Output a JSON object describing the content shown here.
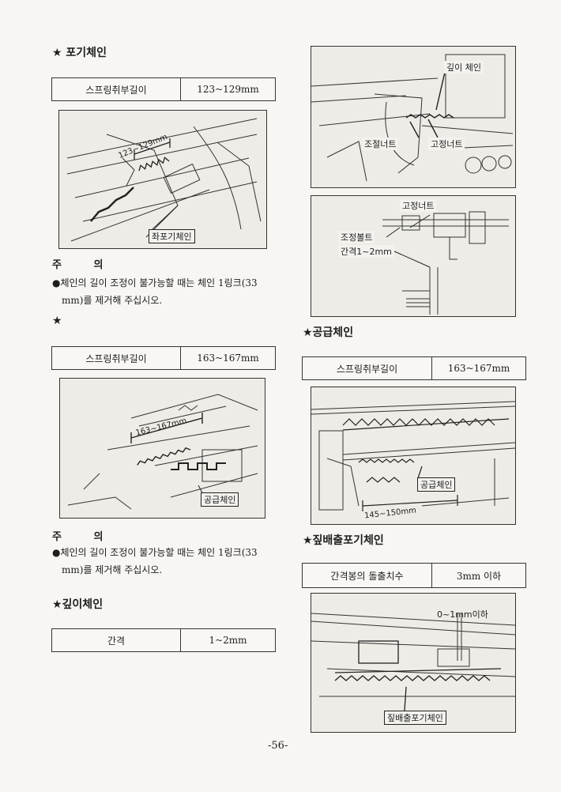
{
  "left": {
    "section1": {
      "title": "★ 포기체인",
      "spec_label": "스프링취부길이",
      "spec_value": "123~129mm",
      "fig_label": "좌포기체인",
      "fig_dim": "123~129mm"
    },
    "note1": {
      "heading": "주 의",
      "line1": "●체인의 길이 조정이 불가능할 때는 체인 1링크(33",
      "line2": "mm)를 제거해 주십시오."
    },
    "section2": {
      "title": "★",
      "spec_label": "스프링취부길이",
      "spec_value": "163~167mm",
      "fig_label": "공급체인",
      "fig_dim": "163~167mm"
    },
    "note2": {
      "heading": "주 의",
      "line1": "●체인의 길이 조정이 불가능할 때는 체인 1링크(33",
      "line2": "mm)를 제거해 주십시오."
    },
    "section3": {
      "title": "★깊이체인",
      "spec_label": "간격",
      "spec_value": "1~2mm"
    }
  },
  "right": {
    "fig1": {
      "label_depth": "깊이 체인",
      "label_adjust_nut": "조절너트",
      "label_lock_nut": "고정너트"
    },
    "fig2": {
      "label_lock_nut": "고정너트",
      "label_adjust_bolt": "조정볼트",
      "label_gap": "간격1~2mm"
    },
    "section4": {
      "title": "★공급체인",
      "spec_label": "스프링취부길이",
      "spec_value": "163~167mm",
      "fig_label": "공급체인",
      "fig_dim": "145~150mm"
    },
    "section5": {
      "title": "★짚배출포기체인",
      "spec_label": "간격봉의 돌출치수",
      "spec_value": "3mm 이하",
      "fig_dim": "0~1mm이하",
      "fig_label": "짚배출포기체인"
    }
  },
  "page_number": "-56-"
}
